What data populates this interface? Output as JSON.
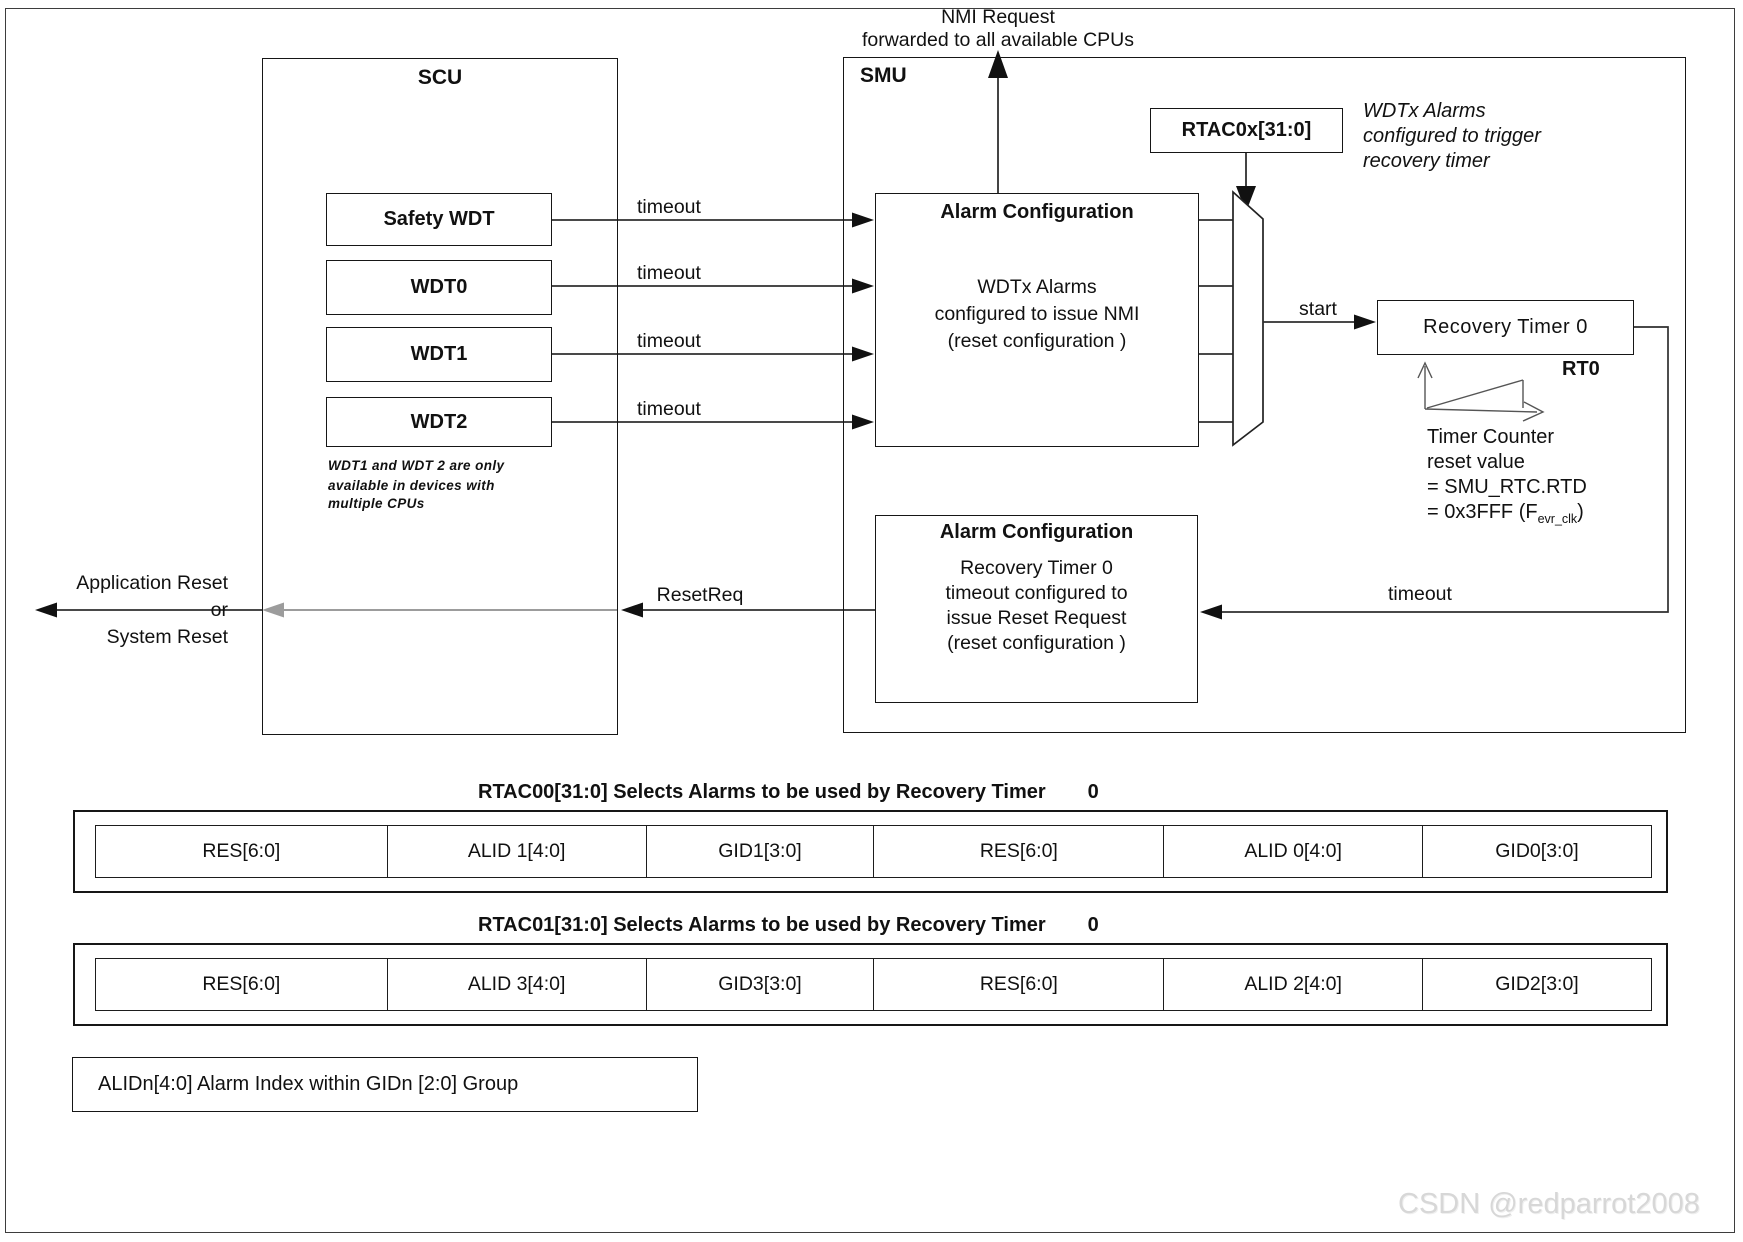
{
  "colors": {
    "line": "#2f2f2f",
    "arrow_black": "#111111",
    "arrow_gray": "#9c9c9c",
    "border": "#161616",
    "watermark": "#d7d7d7"
  },
  "nmi": {
    "line1": "NMI Request",
    "line2": "forwarded to all available CPUs"
  },
  "scu": {
    "title": "SCU",
    "wdts": [
      {
        "label": "Safety WDT"
      },
      {
        "label": "WDT0"
      },
      {
        "label": "WDT1"
      },
      {
        "label": "WDT2"
      }
    ],
    "note": [
      "WDT1 and WDT 2 are only",
      "available in devices with",
      "multiple CPUs"
    ]
  },
  "signals": {
    "timeout": "timeout",
    "start": "start",
    "resetreq": "ResetReq",
    "timeout_right": "timeout",
    "app_reset": [
      "Application Reset",
      "or",
      "System Reset"
    ]
  },
  "smu": {
    "title": "SMU",
    "alarm_nmi": {
      "title": "Alarm Configuration",
      "lines": [
        "WDTx Alarms",
        "configured to issue NMI",
        "(reset configuration  )"
      ]
    },
    "alarm_reset": {
      "title": "Alarm Configuration",
      "lines": [
        "Recovery Timer 0",
        "timeout configured to",
        "issue Reset Request",
        "(reset configuration  )"
      ]
    },
    "rtac_reg": "RTAC0x[31:0]",
    "mux_note": [
      "WDTx Alarms",
      "configured to trigger",
      "recovery timer"
    ],
    "recovery_timer": "Recovery Timer 0",
    "rt_tag": "RT0",
    "timer_counter": {
      "lines": [
        "Timer Counter",
        "reset value",
        "= SMU_RTC.RTD"
      ],
      "f_pre": "= 0x3FFF (F",
      "f_sub": "evr_clk",
      "f_post": ")"
    }
  },
  "tables": [
    {
      "title": "RTAC00[31:0] Selects Alarms to be used by Recovery Timer",
      "num": "0",
      "cells": [
        "RES[6:0]",
        "ALID 1[4:0]",
        "GID1[3:0]",
        "RES[6:0]",
        "ALID 0[4:0]",
        "GID0[3:0]"
      ]
    },
    {
      "title": "RTAC01[31:0] Selects Alarms to be used by Recovery Timer",
      "num": "0",
      "cells": [
        "RES[6:0]",
        "ALID 3[4:0]",
        "GID3[3:0]",
        "RES[6:0]",
        "ALID 2[4:0]",
        "GID2[3:0]"
      ]
    }
  ],
  "legend": "ALIDn[4:0] Alarm Index within GIDn [2:0] Group",
  "watermark": "CSDN @redparrot2008"
}
